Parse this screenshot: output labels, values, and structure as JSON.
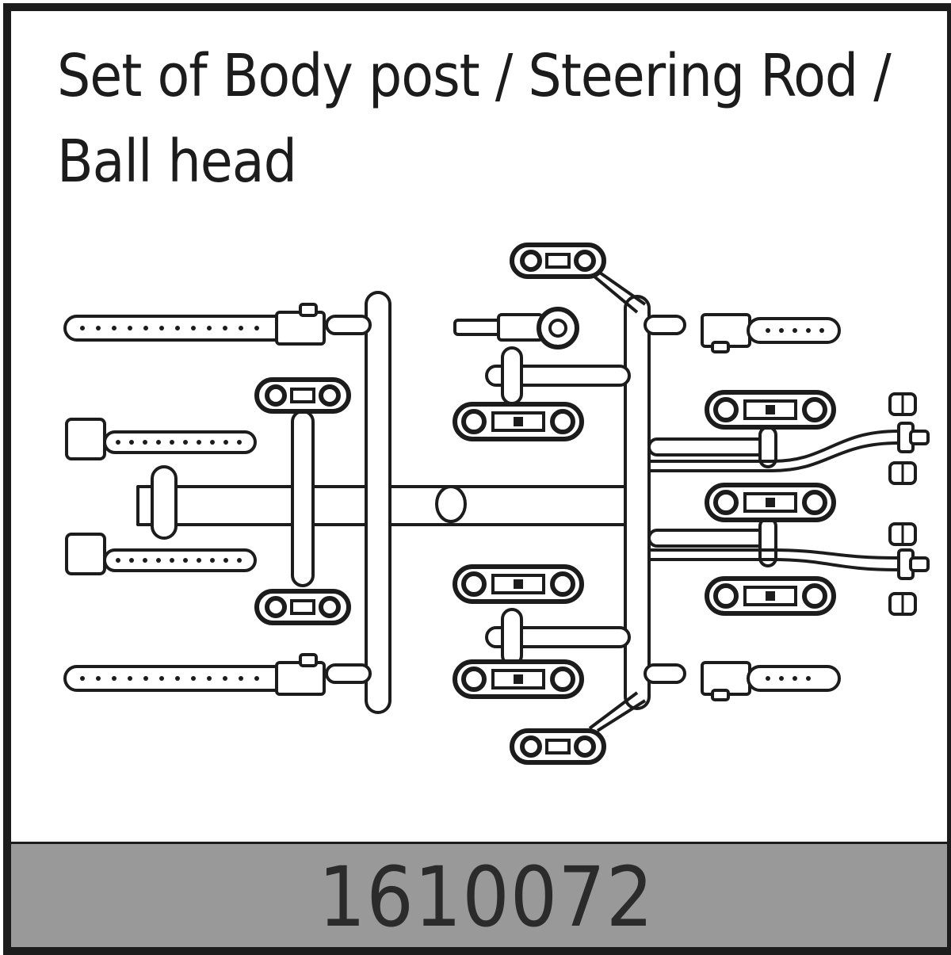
{
  "title": {
    "line1": "Set of Body post / Steering Rod /",
    "line2": "Ball head"
  },
  "part_number": "1610072",
  "colors": {
    "frame": "#1c1c1c",
    "footer_bg": "#999999",
    "ink": "#1c1c1c"
  }
}
